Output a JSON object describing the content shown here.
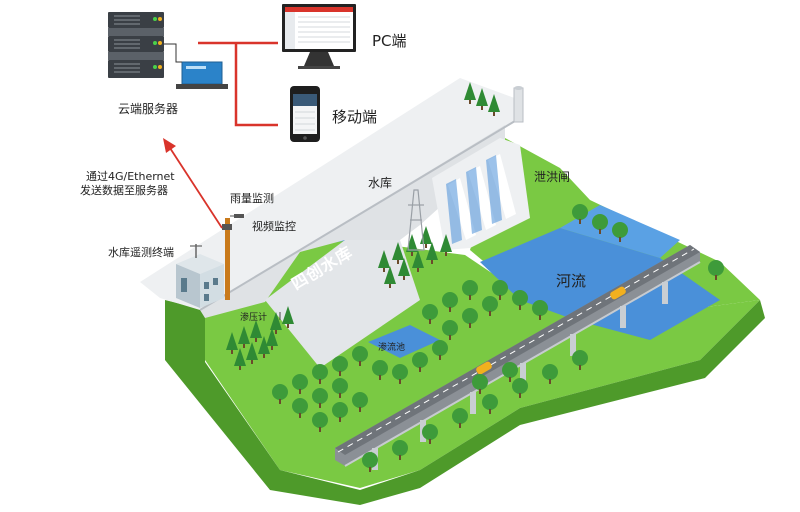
{
  "labels": {
    "cloud_server": "云端服务器",
    "pc_client": "PC端",
    "mobile_client": "移动端",
    "transmission_line1": "通过4G/Ethernet",
    "transmission_line2": "发送数据至服务器",
    "rain_monitor": "雨量监测",
    "video_monitor": "视频监控",
    "telemetry_terminal": "水库遥测终端",
    "reservoir": "水库",
    "spillway": "泄洪闸",
    "river": "河流",
    "piezometer": "渗压计",
    "seepage_pool": "渗流池",
    "dam_logo": "四创水库"
  },
  "colors": {
    "grass_top": "#7ac943",
    "grass_side": "#4e9a2a",
    "water": "#4a90d9",
    "concrete": "#e6e8ea",
    "connector": "#d9342b",
    "tree": "#2f8a34"
  },
  "icons": [
    "server-rack-icon",
    "monitor-icon",
    "smartphone-icon",
    "camera-icon",
    "antenna-icon",
    "car-icon"
  ]
}
